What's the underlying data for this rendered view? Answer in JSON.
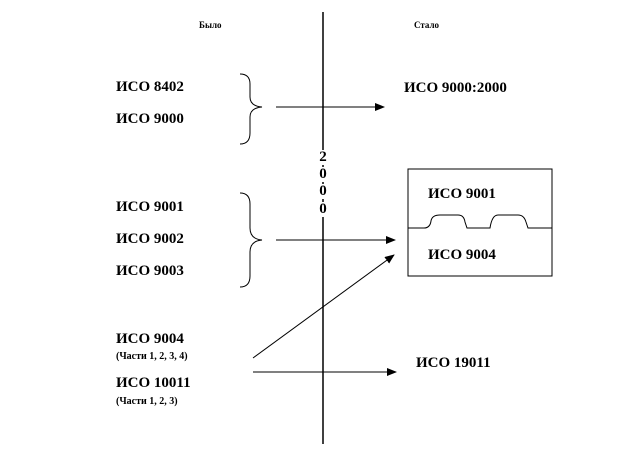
{
  "headers": {
    "before": "Было",
    "after": "Стало"
  },
  "year_digits": [
    "2",
    "0",
    "0",
    "0"
  ],
  "left": {
    "group1": [
      "ИСО 8402",
      "ИСО 9000"
    ],
    "group2": [
      "ИСО 9001",
      "ИСО 9002",
      "ИСО 9003"
    ],
    "group3": {
      "std1": "ИСО 9004",
      "std1_parts": "(Части 1, 2, 3, 4)",
      "std2": "ИСО 10011",
      "std2_parts": "(Части 1, 2, 3)"
    }
  },
  "right": {
    "result1": "ИСО 9000:2000",
    "box_top": "ИСО 9001",
    "box_bottom": "ИСО 9004",
    "result3": "ИСО 19011"
  },
  "colors": {
    "line": "#000000",
    "background": "#ffffff"
  }
}
